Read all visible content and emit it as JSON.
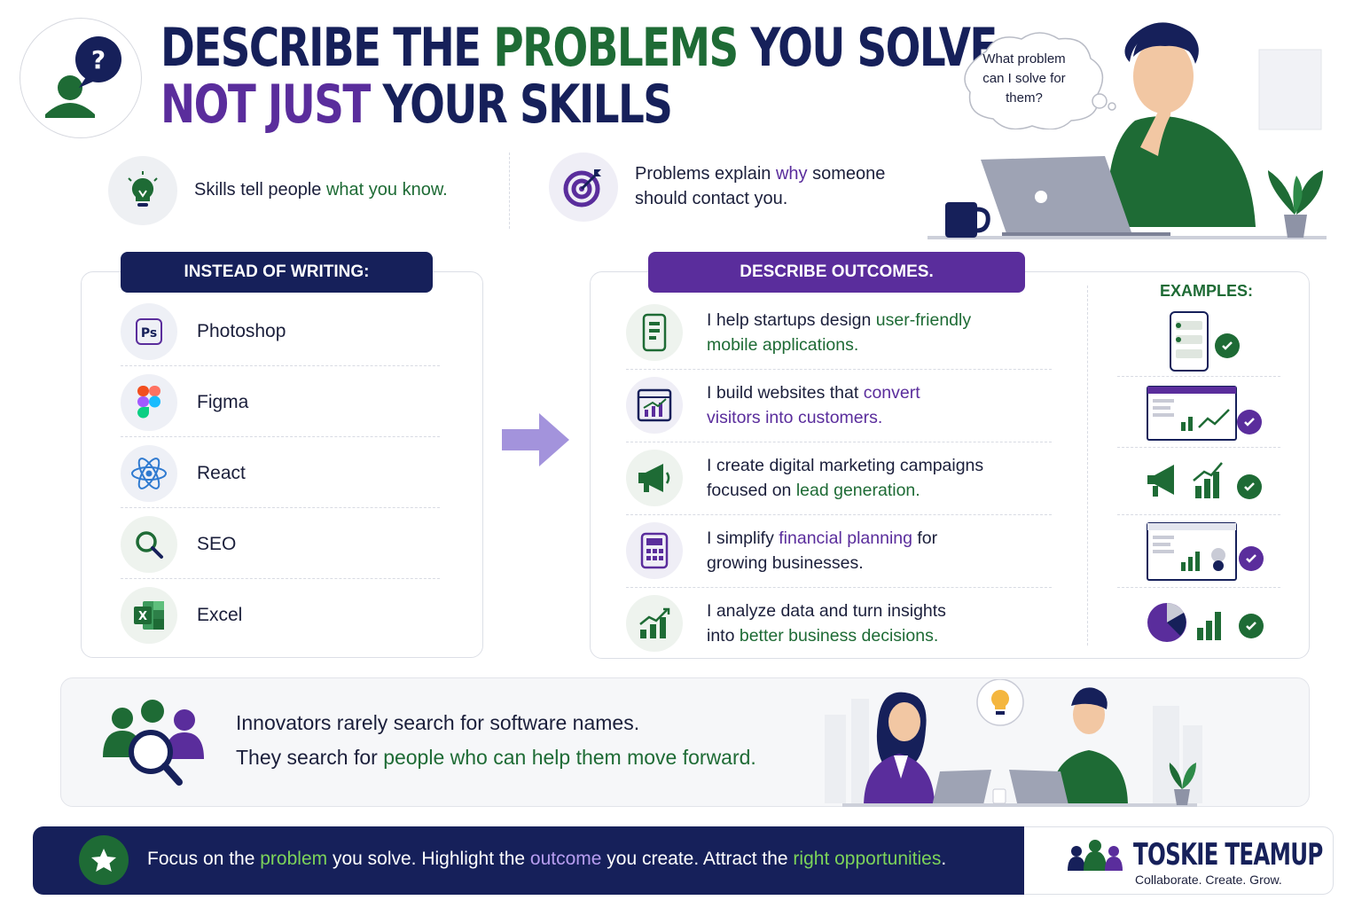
{
  "header": {
    "line1_part1": "DESCRIBE THE ",
    "line1_part2": "PROBLEMS",
    "line1_part3": " YOU SOLVE—",
    "line2_part1": "NOT JUST",
    "line2_part2": " YOUR SKILLS",
    "thought_bubble": [
      "What problem",
      "can I solve for",
      "them?"
    ]
  },
  "intro": {
    "skills_part1": "Skills tell people ",
    "skills_part2": "what you know.",
    "problems_part1": "Problems explain ",
    "problems_part2": "why",
    "problems_part3": " someone",
    "problems_line2": "should contact you."
  },
  "instead": {
    "title": "INSTEAD OF WRITING:",
    "items": [
      {
        "label": "Photoshop",
        "icon": "photoshop-icon"
      },
      {
        "label": "Figma",
        "icon": "figma-icon"
      },
      {
        "label": "React",
        "icon": "react-icon"
      },
      {
        "label": "SEO",
        "icon": "magnifier-icon"
      },
      {
        "label": "Excel",
        "icon": "excel-icon"
      }
    ]
  },
  "outcomes": {
    "title": "DESCRIBE OUTCOMES.",
    "examples_label": "EXAMPLES:",
    "items": [
      {
        "a": "I help startups design ",
        "b": "user-friendly",
        "c": "",
        "d": "mobile applications.",
        "e": ""
      },
      {
        "a": "I build websites that ",
        "b": "convert",
        "c": "",
        "d": "visitors into customers.",
        "e": ""
      },
      {
        "a": "I create digital marketing campaigns",
        "b": "",
        "c": "focused on ",
        "d": "lead generation.",
        "e": ""
      },
      {
        "a": "I simplify ",
        "b": "financial planning",
        "c": " for",
        "d": "growing businesses.",
        "e": ""
      },
      {
        "a": "I analyze data and turn insights",
        "b": "",
        "c": "into ",
        "d": "better business decisions.",
        "e": ""
      }
    ]
  },
  "banner": {
    "line1": "Innovators rarely search for software names.",
    "line2_part1": "They search for ",
    "line2_part2": "people who can help them move forward."
  },
  "footer": {
    "p1": "Focus on the ",
    "p2": "problem",
    "p3": " you solve. Highlight the ",
    "p4": "outcome",
    "p5": " you create. Attract the ",
    "p6": "right opportunities",
    "p7": ".",
    "brand_name": "TOSKIE TEAMUP",
    "brand_tagline": "Collaborate. Create. Grow."
  },
  "colors": {
    "navy": "#16205a",
    "green": "#1e6b35",
    "purple": "#5a2d9c",
    "light_green": "#7cd35a",
    "light_purple": "#b79df0"
  }
}
